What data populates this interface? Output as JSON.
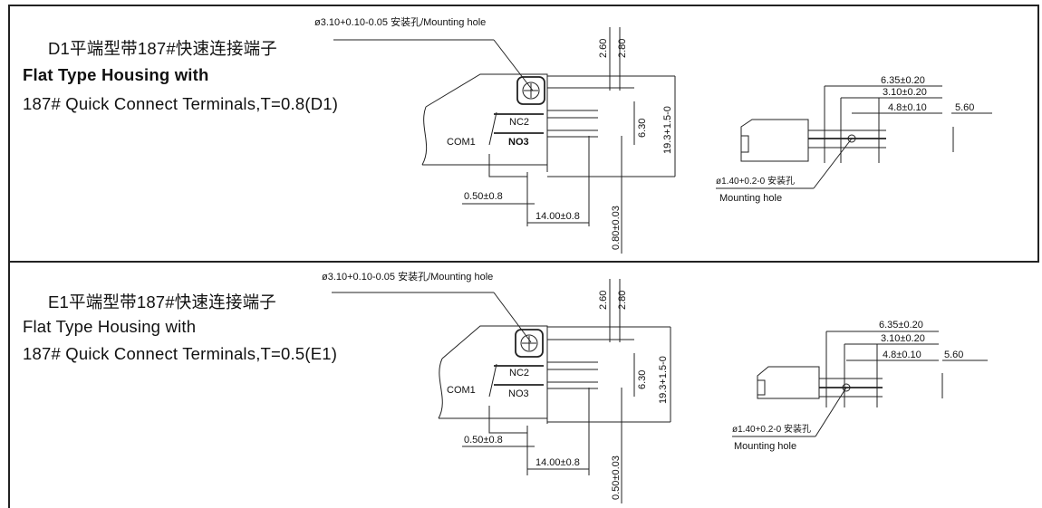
{
  "panels": [
    {
      "title_cn": "D1平端型带187#快速连接端子",
      "title_en_1": "Flat Type Housing with",
      "title_en_2": "187# Quick Connect Terminals,T=0.8(D1)",
      "mounting_hole_top": "ø3.10+0.10-0.05 安装孔/Mounting hole",
      "dim_260": "2.60",
      "dim_280": "2.80",
      "dim_630": "6.30",
      "dim_193": "19.3+1.5-0",
      "label_nc": "NC2",
      "label_no": "NO3",
      "label_com": "COM1",
      "dim_050": "0.50±0.8",
      "dim_1400": "14.00±0.8",
      "dim_thick": "0.80±0.03",
      "dim_635": "6.35±0.20",
      "dim_310": "3.10±0.20",
      "dim_48": "4.8±0.10",
      "dim_560": "5.60",
      "side_hole": "ø1.40+0.2-0 安装孔",
      "side_hole_en": "Mounting hole"
    },
    {
      "title_cn": "E1平端型带187#快速连接端子",
      "title_en_1": "Flat Type Housing with",
      "title_en_2": "187# Quick Connect Terminals,T=0.5(E1)",
      "mounting_hole_top": "ø3.10+0.10-0.05 安装孔/Mounting hole",
      "dim_260": "2.60",
      "dim_280": "2.80",
      "dim_630": "6.30",
      "dim_193": "19.3+1.5-0",
      "label_nc": "NC2",
      "label_no": "NO3",
      "label_com": "COM1",
      "dim_050": "0.50±0.8",
      "dim_1400": "14.00±0.8",
      "dim_thick": "0.50±0.03",
      "dim_635": "6.35±0.20",
      "dim_310": "3.10±0.20",
      "dim_48": "4.8±0.10",
      "dim_560": "5.60",
      "side_hole": "ø1.40+0.2-0 安装孔",
      "side_hole_en": "Mounting hole"
    }
  ]
}
